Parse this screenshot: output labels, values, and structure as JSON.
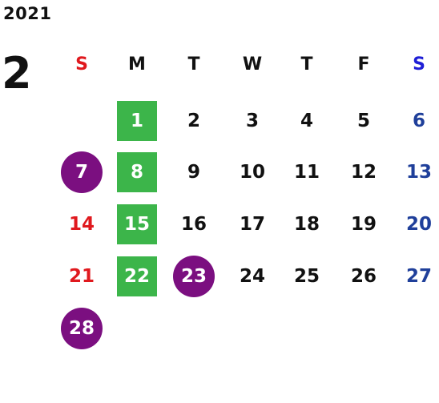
{
  "calendar": {
    "year": "2021",
    "month": "2",
    "weekday_headers": [
      "S",
      "M",
      "T",
      "W",
      "T",
      "F",
      "S"
    ],
    "weeks": [
      [
        "",
        "1",
        "2",
        "3",
        "4",
        "5",
        "6"
      ],
      [
        "7",
        "8",
        "9",
        "10",
        "11",
        "12",
        "13"
      ],
      [
        "14",
        "15",
        "16",
        "17",
        "18",
        "19",
        "20"
      ],
      [
        "21",
        "22",
        "23",
        "24",
        "25",
        "26",
        "27"
      ],
      [
        "28",
        "",
        "",
        "",
        "",
        "",
        ""
      ]
    ],
    "highlighted_days": {
      "green_box": [
        "1",
        "8",
        "15",
        "22"
      ],
      "purple_circle": [
        "7",
        "23",
        "28"
      ]
    }
  },
  "colors": {
    "sunday_header": "#e0191e",
    "saturday_header": "#1f1fd6",
    "sunday": "#e0191e",
    "saturday": "#1f3f9a",
    "weekday": "#111111",
    "highlight_green": "#3cb54a",
    "highlight_purple": "#7b0f80",
    "highlight_text": "#ffffff"
  }
}
